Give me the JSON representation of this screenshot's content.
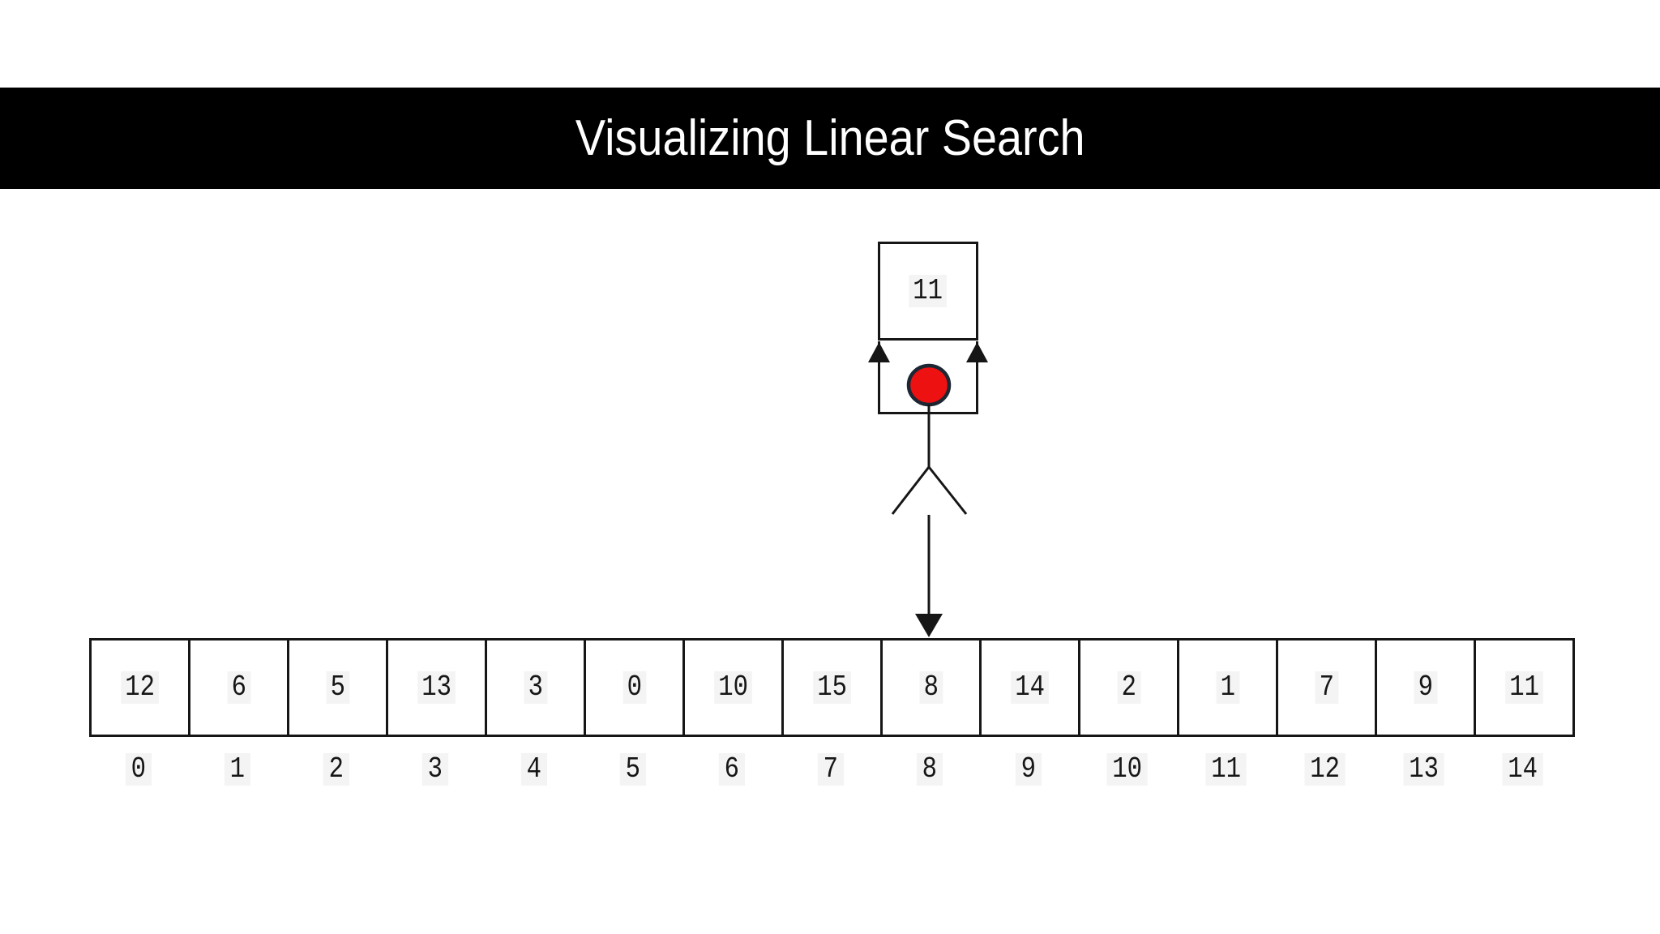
{
  "header": {
    "title": "Visualizing Linear Search"
  },
  "figure": {
    "target_value": "11",
    "description": "stick figure holding target value box, pointing at array index 8",
    "pointed_index": "8"
  },
  "array": {
    "values": [
      "12",
      "6",
      "5",
      "13",
      "3",
      "0",
      "10",
      "15",
      "8",
      "14",
      "2",
      "1",
      "7",
      "9",
      "11"
    ],
    "indices": [
      "0",
      "1",
      "2",
      "3",
      "4",
      "5",
      "6",
      "7",
      "8",
      "9",
      "10",
      "11",
      "12",
      "13",
      "14"
    ]
  },
  "colors": {
    "header_bg": "#000000",
    "line": "#161616",
    "head_fill": "#ee1111",
    "head_stroke": "#1d2733",
    "highlight": "#f4f4f4",
    "canvas_bg": "#ffffff"
  }
}
